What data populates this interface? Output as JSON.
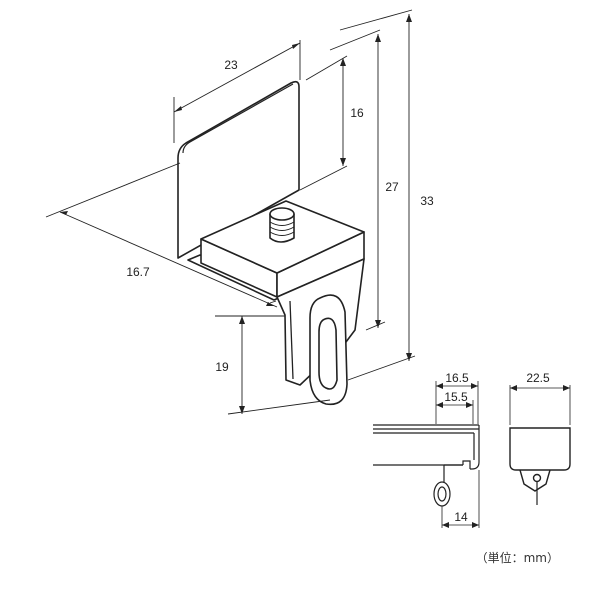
{
  "main_view": {
    "dim_width": "23",
    "dim_upper_height": "16",
    "dim_mid_height": "27",
    "dim_total_height": "33",
    "dim_depth": "16.7",
    "dim_lower_height": "19"
  },
  "side_view": {
    "dim_outer_width": "16.5",
    "dim_inner_width": "15.5",
    "dim_bottom_width": "14"
  },
  "front_view": {
    "dim_width": "22.5"
  },
  "unit_note": "（単位：mm）",
  "colors": {
    "line": "#222222",
    "fill": "#ffffff",
    "shade": "#efefef"
  }
}
